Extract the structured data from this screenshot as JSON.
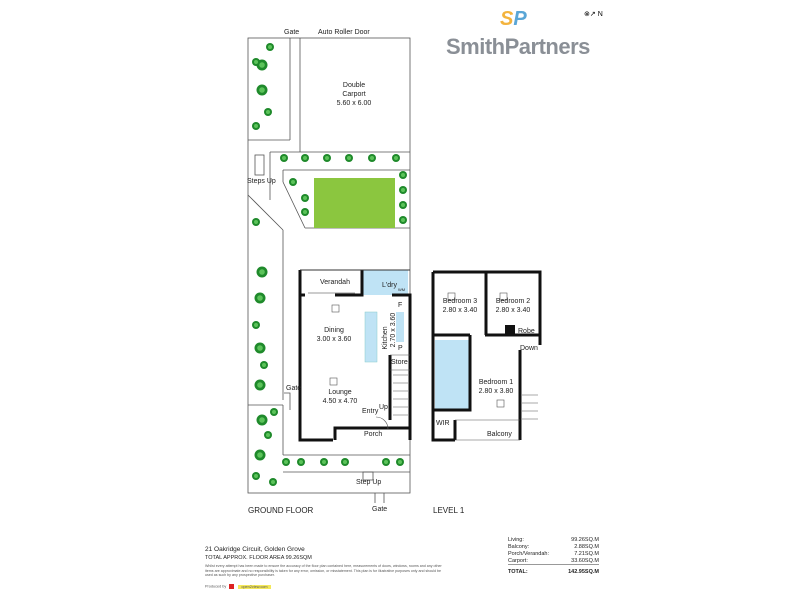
{
  "brand": {
    "logo_text": "SmithPartners",
    "monogram": [
      "S",
      "P"
    ],
    "north_label": "N"
  },
  "ground_floor": {
    "title": "GROUND FLOOR",
    "labels": {
      "gate_top": "Gate",
      "roller_door": "Auto Roller Door",
      "carport_name": "Double",
      "carport_name2": "Carport",
      "carport_dims": "5.60 x 6.00",
      "steps_up": "Steps Up",
      "verandah": "Verandah",
      "laundry": "L'dry",
      "wm": "WM",
      "fridge": "F",
      "pantry": "P",
      "dining": "Dining",
      "dining_dims": "3.00 x 3.60",
      "kitchen": "Kitchen",
      "kitchen_dims": "2.70 x 3.60",
      "store": "Store",
      "gate_side": "Gate",
      "lounge": "Lounge",
      "lounge_dims": "4.50 x 4.70",
      "entry": "Entry",
      "up": "Up",
      "porch": "Porch",
      "step_up": "Step Up",
      "gate_bottom": "Gate"
    }
  },
  "level1": {
    "title": "LEVEL 1",
    "labels": {
      "bed3": "Bedroom 3",
      "bed3_dims": "2.80 x 3.40",
      "bed2": "Bedroom 2",
      "bed2_dims": "2.80 x 3.40",
      "robe": "Robe",
      "down": "Down",
      "bed1": "Bedroom 1",
      "bed1_dims": "2.80 x 3.80",
      "wir": "WIR",
      "balcony": "Balcony"
    }
  },
  "footer": {
    "address": "21 Oakridge Circuit, Golden Grove",
    "total_floor_area": "TOTAL APPROX. FLOOR AREA 99.26SQM",
    "disclaimer": "Whilst every attempt has been made to ensure the accuracy of the floor plan contained here, measurements of doors, windows, rooms and any other items are approximate and no responsibility is taken for any error, omission, or misstatement. This plan is for illustrative purposes only and should be used as such by any prospective purchaser.",
    "produced_by": "Produced by",
    "producer": "open2view.com"
  },
  "areas": [
    {
      "label": "Living:",
      "value": "99.26SQ.M"
    },
    {
      "label": "Balcony:",
      "value": "2.88SQ.M"
    },
    {
      "label": "Porch/Verandah:",
      "value": "7.21SQ.M"
    },
    {
      "label": "Carport:",
      "value": "33.60SQ.M"
    }
  ],
  "total": {
    "label": "TOTAL:",
    "value": "142.95SQ.M"
  },
  "colors": {
    "lawn": "#8bc63f",
    "wet_area": "#bfe3f5",
    "tree": "#1f8a2b",
    "wall": "#111111"
  }
}
